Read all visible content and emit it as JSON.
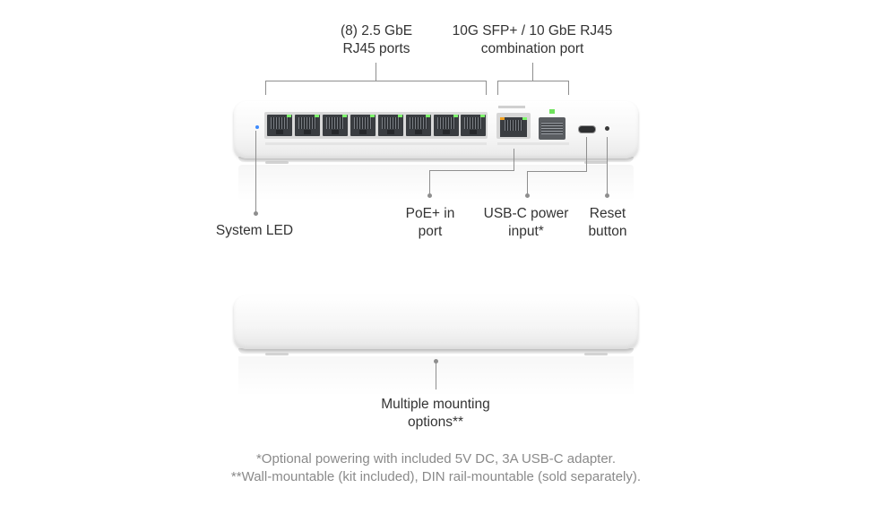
{
  "labels": {
    "ports_8": [
      "(8) 2.5 GbE",
      "RJ45 ports"
    ],
    "combo": [
      "10G SFP+ / 10 GbE RJ45",
      "combination port"
    ],
    "system_led": [
      "System LED"
    ],
    "poe_in": [
      "PoE+ in",
      "port"
    ],
    "usbc_power": [
      "USB-C power",
      "input*"
    ],
    "reset": [
      "Reset",
      "button"
    ],
    "mounting": [
      "Multiple mounting",
      "options**"
    ]
  },
  "footnotes": [
    "*Optional powering with included 5V DC, 3A USB-C adapter.",
    "**Wall-mountable (kit included), DIN rail-mountable (sold separately)."
  ],
  "colors": {
    "system_led": "#3d8bfd",
    "link_led": "#7cf56a",
    "combo_led": "#f0a020",
    "leader_line": "#8e8e8e"
  }
}
